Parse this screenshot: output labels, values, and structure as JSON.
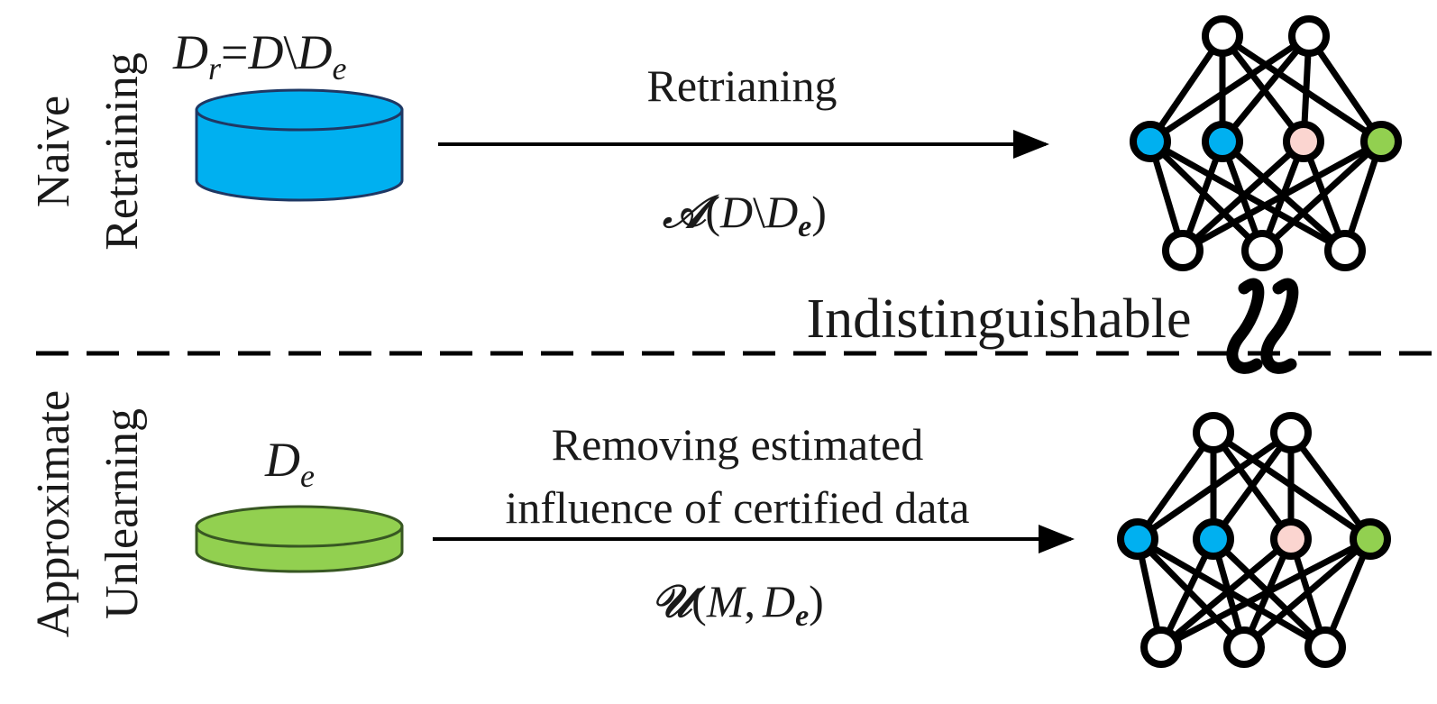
{
  "sections": {
    "top_label_line1": "Naive",
    "top_label_line2": "Retraining",
    "bottom_label_line1": "Approximate",
    "bottom_label_line2": "Unlearning"
  },
  "top": {
    "dataset_label": {
      "D": "D",
      "r": "r",
      "eq": "=",
      "D2": "D",
      "backslash": "\\",
      "D3": "D",
      "e": "e"
    },
    "arrow_label": "Retrianing",
    "formula": {
      "A": "𝒜",
      "open": "(",
      "D": "D",
      "backslash": "\\",
      "D2": "D",
      "e": "e",
      "close": ")"
    }
  },
  "bottom": {
    "dataset_label": {
      "D": "D",
      "e": "e"
    },
    "arrow_label_line1": "Removing estimated",
    "arrow_label_line2": "influence of certified data",
    "formula": {
      "U": "𝒰",
      "open": "(",
      "M": "M",
      "comma": ",",
      "D": "D",
      "e": "e",
      "close": ")"
    }
  },
  "middle": {
    "label": "Indistinguishable",
    "approx_symbol": "≈"
  },
  "colors": {
    "top_dataset": "#00b0f0",
    "bottom_dataset": "#92d050",
    "node_blue": "#00b0f0",
    "node_pink": "#fbd5d0",
    "node_green": "#92d050",
    "node_white": "#ffffff",
    "stroke": "#000000"
  },
  "icons": {
    "top_dataset": "database-cylinder-icon",
    "bottom_dataset": "database-cylinder-icon",
    "top_network": "neural-network-icon",
    "bottom_network": "neural-network-icon"
  }
}
